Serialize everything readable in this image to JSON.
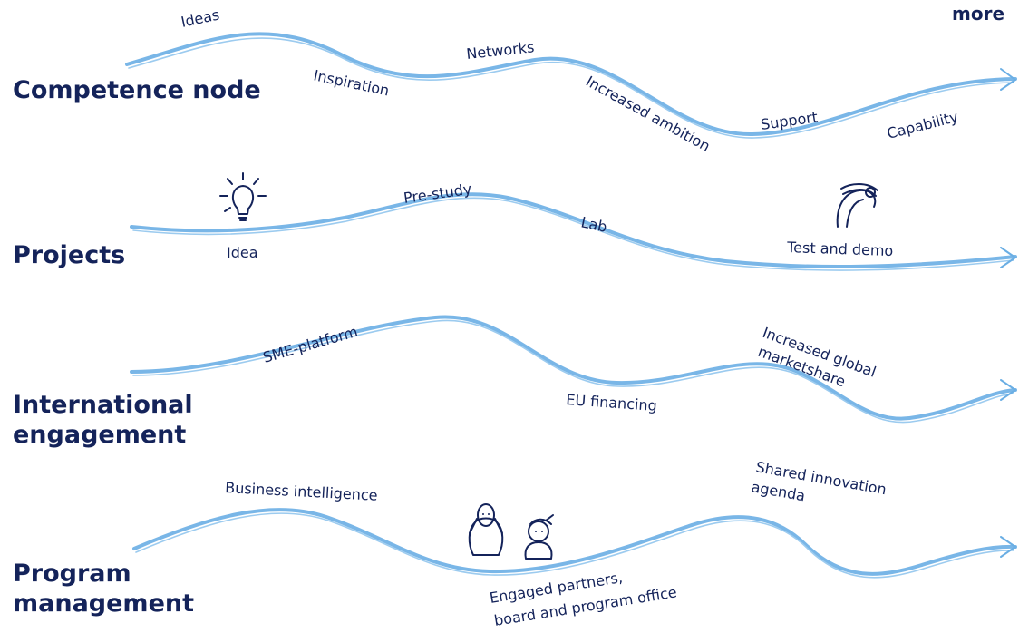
{
  "more_label": "more",
  "rows": [
    {
      "title_lines": [
        "Competence node"
      ],
      "steps": [
        "Ideas",
        "Inspiration",
        "Networks",
        "Increased ambition",
        "Support",
        "Capability"
      ]
    },
    {
      "title_lines": [
        "Projects"
      ],
      "steps": [
        "Idea",
        "Pre-study",
        "Lab",
        "Test and demo"
      ]
    },
    {
      "title_lines": [
        "International",
        "engagement"
      ],
      "steps": [
        "SME-platform",
        "EU financing",
        "Increased global",
        "marketshare"
      ]
    },
    {
      "title_lines": [
        "Program",
        "management"
      ],
      "steps": [
        "Business intelligence",
        "Shared innovation",
        "agenda",
        "Engaged partners,",
        "board and program office"
      ]
    }
  ],
  "icons": [
    "lightbulb-icon",
    "figure-at-screen-icon",
    "woman-icon",
    "man-icon"
  ],
  "colors": {
    "ink": "#14235a",
    "stream": "#6aaee4"
  }
}
